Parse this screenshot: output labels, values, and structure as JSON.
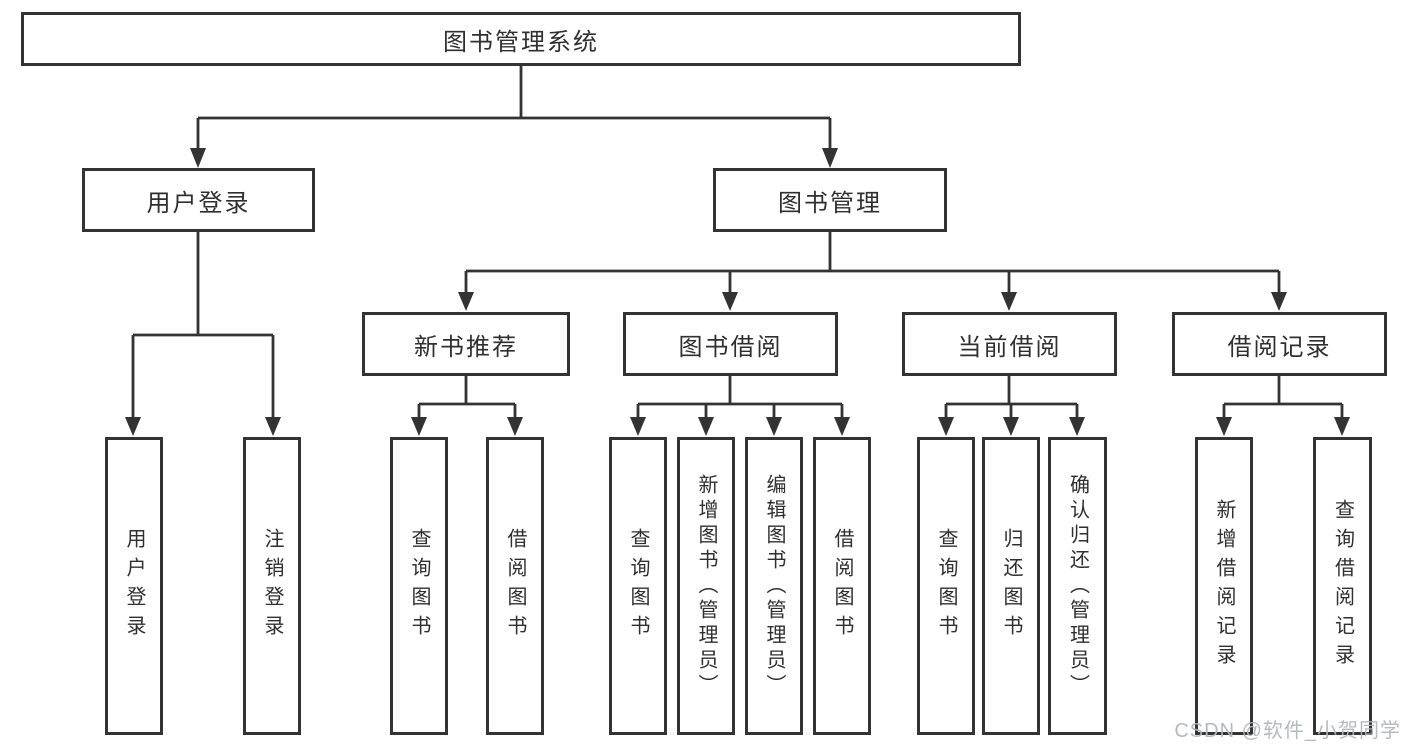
{
  "diagram": {
    "title": "图书管理系统",
    "root": {
      "label": "图书管理系统"
    },
    "level2": [
      {
        "label": "用户登录"
      },
      {
        "label": "图书管理"
      }
    ],
    "level3": [
      {
        "label": "新书推荐",
        "parent": "图书管理"
      },
      {
        "label": "图书借阅",
        "parent": "图书管理"
      },
      {
        "label": "当前借阅",
        "parent": "图书管理"
      },
      {
        "label": "借阅记录",
        "parent": "图书管理"
      }
    ],
    "leaves": [
      {
        "label": "用户登录",
        "parent": "用户登录"
      },
      {
        "label": "注销登录",
        "parent": "用户登录"
      },
      {
        "label": "查询图书",
        "parent": "新书推荐"
      },
      {
        "label": "借阅图书",
        "parent": "新书推荐"
      },
      {
        "label": "查询图书",
        "parent": "图书借阅"
      },
      {
        "label": "新增图书（管理员）",
        "parent": "图书借阅"
      },
      {
        "label": "编辑图书（管理员）",
        "parent": "图书借阅"
      },
      {
        "label": "借阅图书",
        "parent": "图书借阅"
      },
      {
        "label": "查询图书",
        "parent": "当前借阅"
      },
      {
        "label": "归还图书",
        "parent": "当前借阅"
      },
      {
        "label": "确认归还（管理员）",
        "parent": "当前借阅"
      },
      {
        "label": "新增借阅记录",
        "parent": "借阅记录"
      },
      {
        "label": "查询借阅记录",
        "parent": "借阅记录"
      }
    ]
  },
  "watermark": {
    "text": "CSDN @软件_小贺同学"
  },
  "colors": {
    "line": "#333333",
    "box_border": "#333333",
    "box_background": "#ffffff",
    "text": "#2f2f2f",
    "watermark": "#b2b6bb",
    "canvas_background": "#ffffff"
  }
}
